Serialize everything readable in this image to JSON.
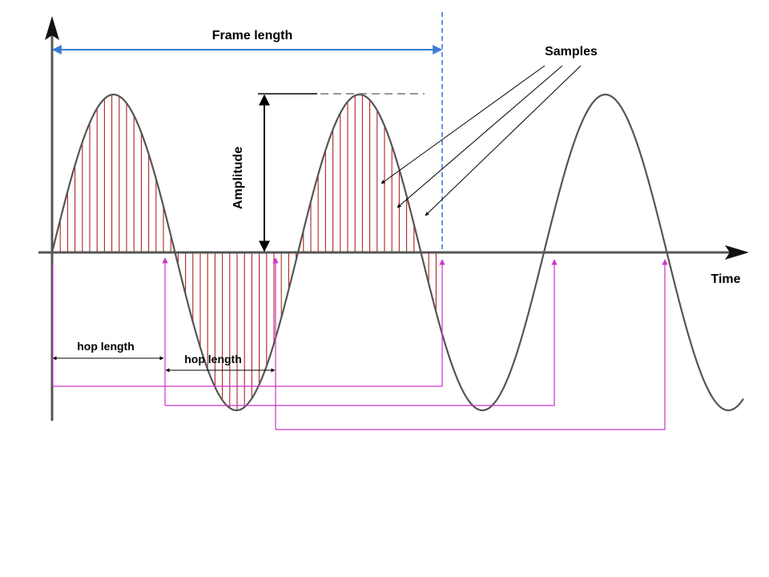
{
  "labels": {
    "frame_length": "Frame length",
    "samples": "Samples",
    "amplitude": "Amplitude",
    "time": "Time",
    "hop_length_1": "hop length",
    "hop_length_2": "hop length"
  },
  "colors": {
    "wave": "#555555",
    "axis": "#555555",
    "samples": "#b22222",
    "frame": "#3a7bd5",
    "hop_frames": "#cc33cc",
    "annotation": "#000000",
    "background": "#ffffff"
  }
}
